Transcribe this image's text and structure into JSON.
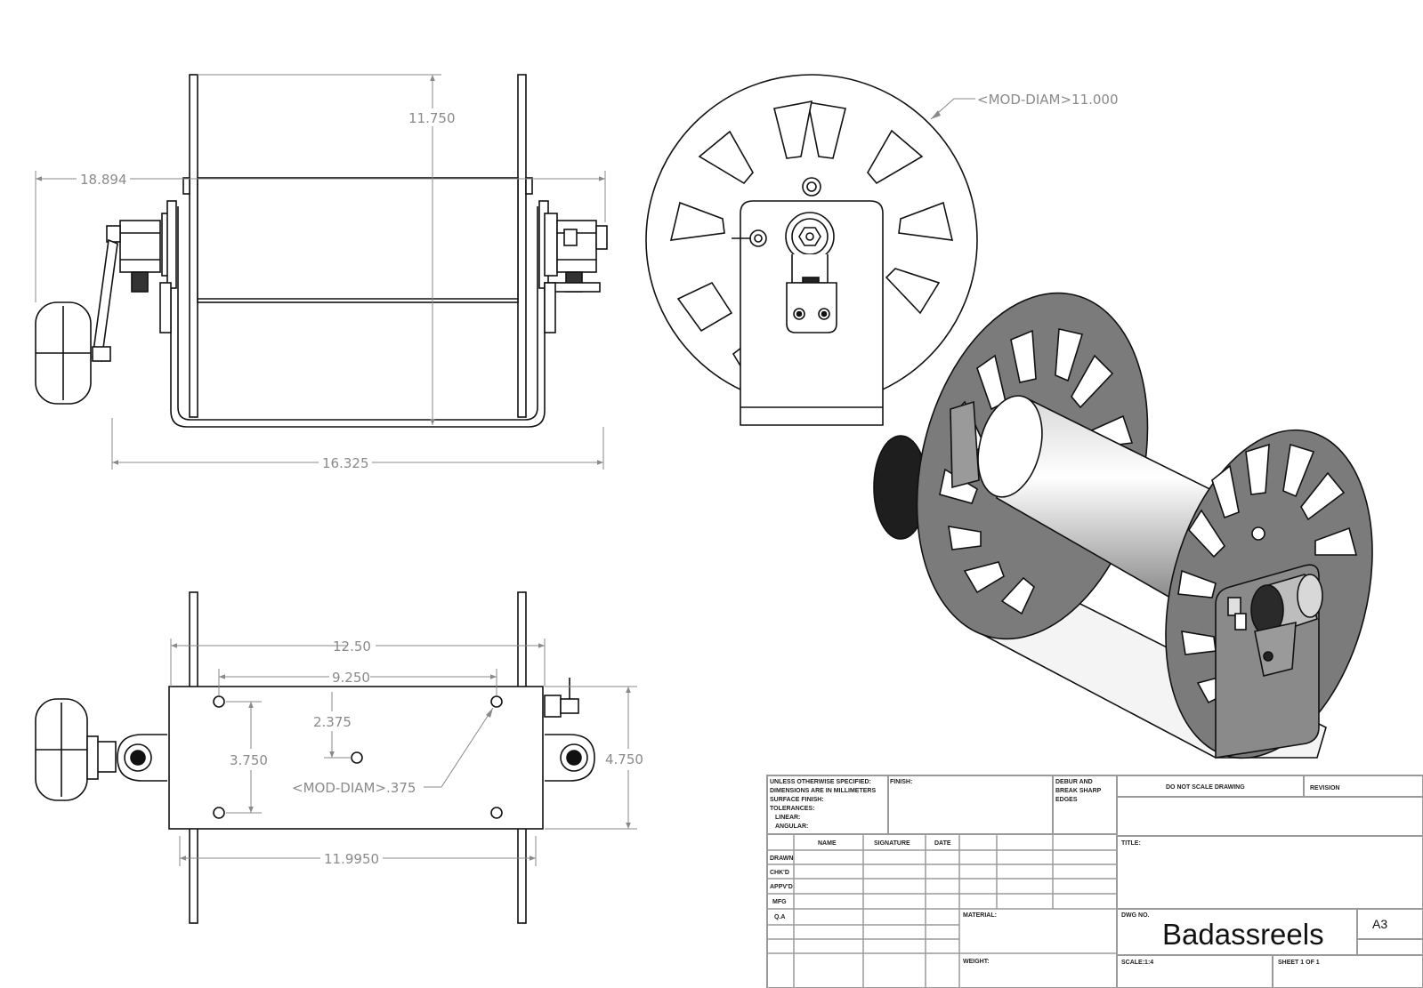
{
  "dimensions": {
    "front_height": "11.750",
    "front_overall_width": "18.894",
    "front_base_width": "16.325",
    "side_wheel_diameter": "<MOD-DIAM>11.000",
    "bottom_flange_spacing": "12.50",
    "bottom_hole_spacing": "9.250",
    "bottom_hole_offset": "2.375",
    "bottom_hole_row_spacing": "3.750",
    "bottom_hole_diameter": "<MOD-DIAM>.375",
    "bottom_depth": "4.750",
    "bottom_base_length": "11.9950"
  },
  "title_block": {
    "general_notes": [
      "UNLESS OTHERWISE SPECIFIED:",
      "DIMENSIONS ARE IN MILLIMETERS",
      "SURFACE FINISH:",
      "TOLERANCES:",
      "LINEAR:",
      "ANGULAR:"
    ],
    "finish_label": "FINISH:",
    "deburr_lines": [
      "DEBUR AND",
      "BREAK SHARP",
      "EDGES"
    ],
    "do_not_scale": "DO NOT SCALE DRAWING",
    "revision_label": "REVISION",
    "title_label": "TITLE:",
    "headers": {
      "name": "NAME",
      "signature": "SIGNATURE",
      "date": "DATE"
    },
    "rows": [
      "DRAWN",
      "CHK'D",
      "APPV'D",
      "MFG",
      "Q.A"
    ],
    "material_label": "MATERIAL:",
    "weight_label": "WEIGHT:",
    "dwg_no_label": "DWG NO.",
    "drawing_number": "Badassreels",
    "sheet_size": "A3",
    "scale": "SCALE:1:4",
    "sheet": "SHEET 1 OF 1"
  },
  "colors": {
    "line": "#111111",
    "dimension": "#8a8a8a",
    "iso_fill": "#7b7b7b",
    "iso_dark": "#1e1e1e"
  }
}
